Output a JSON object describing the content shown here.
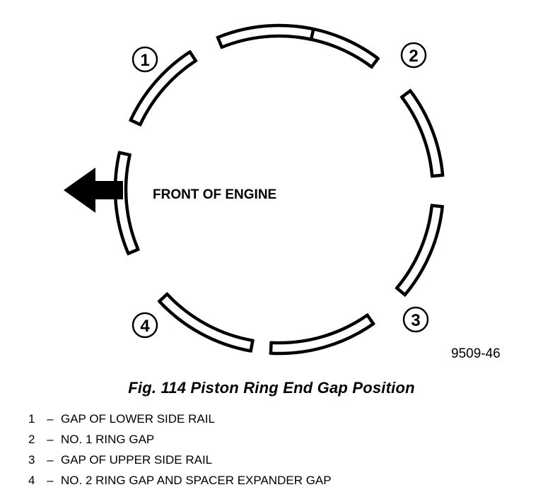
{
  "diagram": {
    "front_label": "FRONT OF ENGINE",
    "figure_code": "9509-46",
    "markers": [
      {
        "number": "1"
      },
      {
        "number": "2"
      },
      {
        "number": "3"
      },
      {
        "number": "4"
      }
    ],
    "arrow_icon": "left-arrow-icon"
  },
  "caption": "Fig. 114 Piston Ring End Gap Position",
  "legend": [
    {
      "number": "1",
      "separator": "–",
      "text": "GAP OF LOWER SIDE RAIL"
    },
    {
      "number": "2",
      "separator": "–",
      "text": "NO. 1 RING GAP"
    },
    {
      "number": "3",
      "separator": "–",
      "text": "GAP OF UPPER SIDE RAIL"
    },
    {
      "number": "4",
      "separator": "–",
      "text": "NO. 2 RING GAP AND SPACER EXPANDER GAP"
    }
  ]
}
